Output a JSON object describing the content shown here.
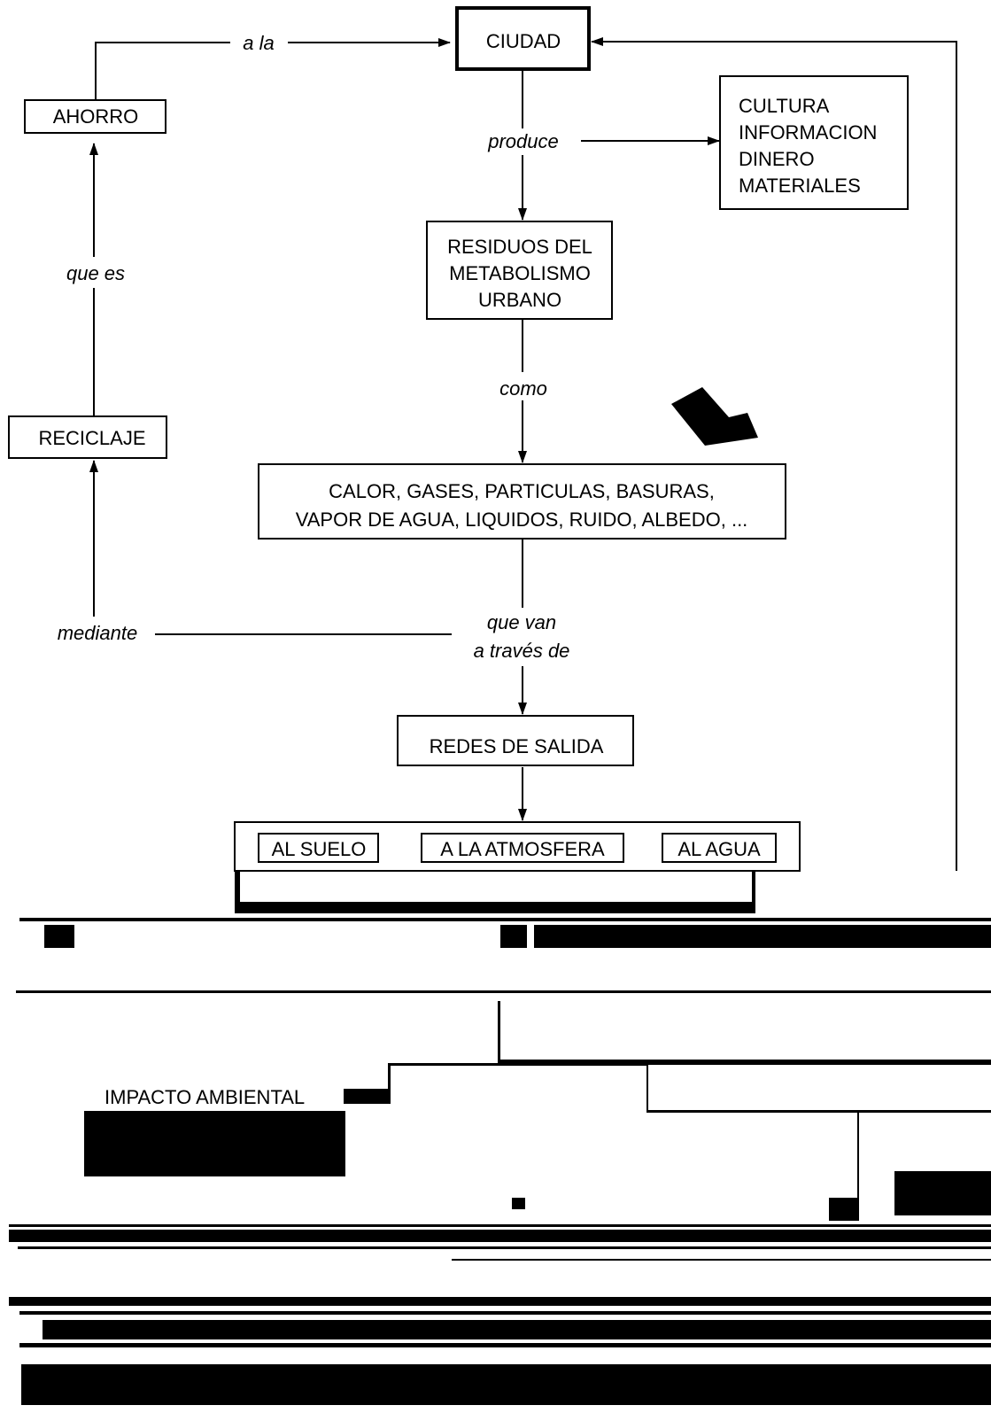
{
  "diagram": {
    "nodes": {
      "ciudad": "CIUDAD",
      "ahorro": "AHORRO",
      "cultura": [
        "CULTURA",
        "INFORMACION",
        "DINERO",
        "MATERIALES"
      ],
      "residuos": [
        "RESIDUOS DEL",
        "METABOLISMO",
        "URBANO"
      ],
      "reciclaje": "RECICLAJE",
      "emisiones": [
        "CALOR, GASES, PARTICULAS, BASURAS,",
        "VAPOR DE AGUA, LIQUIDOS, RUIDO, ALBEDO, ..."
      ],
      "redes": "REDES DE SALIDA",
      "al_suelo": "AL SUELO",
      "a_la_atmosfera": "A LA ATMOSFERA",
      "al_agua": "AL AGUA",
      "impacto": "IMPACTO AMBIENTAL"
    },
    "relations": {
      "a_la": "a la",
      "produce": "produce",
      "que_es": "que es",
      "como": "como",
      "mediante": "mediante",
      "que_van": [
        "que van",
        "a través de"
      ]
    },
    "colors": {
      "ink": "#000000",
      "paper": "#ffffff"
    }
  }
}
